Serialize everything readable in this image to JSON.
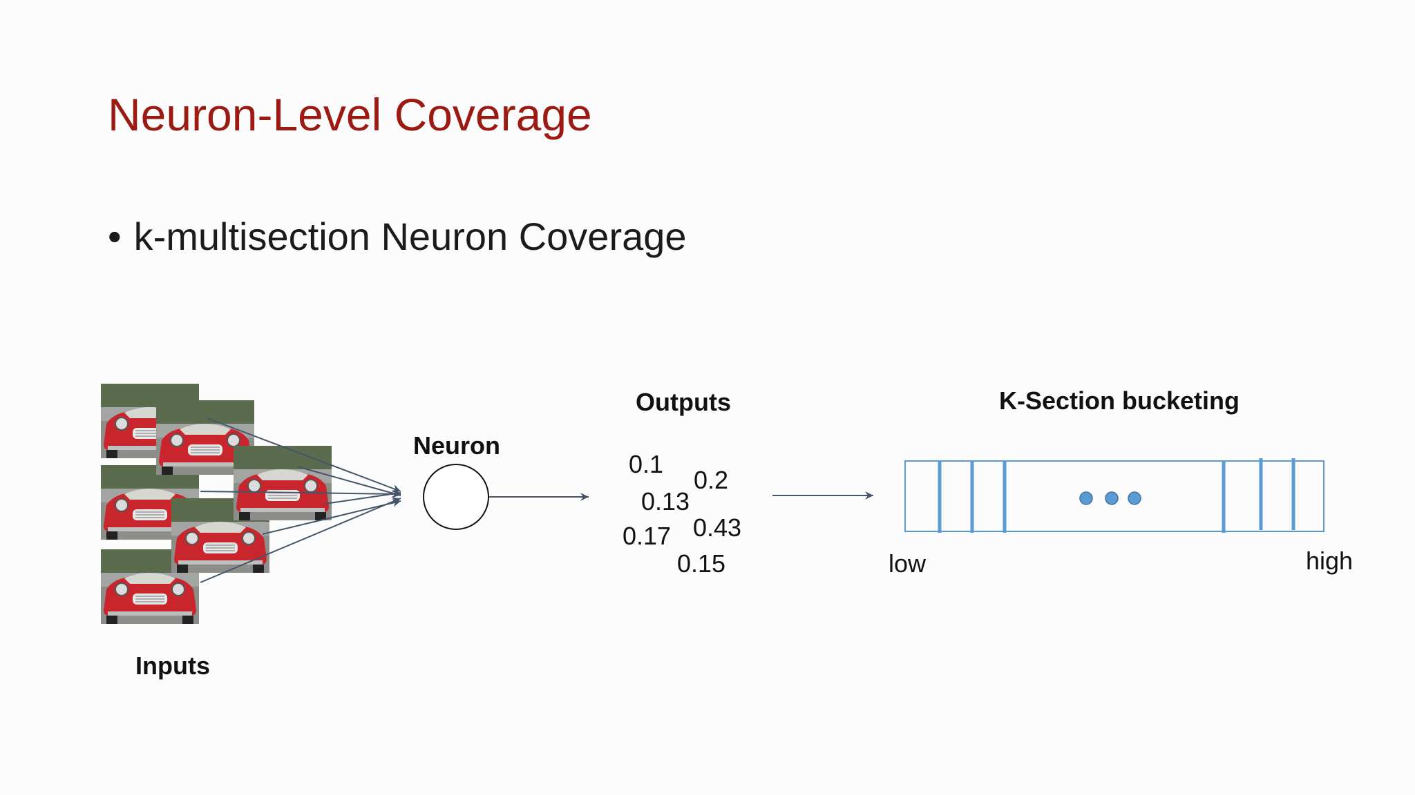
{
  "slide": {
    "title": "Neuron-Level Coverage",
    "bullet_symbol": "•",
    "bullet": "k-multisection Neuron Coverage"
  },
  "diagram": {
    "inputs_label": "Inputs",
    "neuron_label": "Neuron",
    "outputs_label": "Outputs",
    "output_values": [
      "0.1",
      "0.2",
      "0.13",
      "0.17",
      "0.43",
      "0.15"
    ],
    "bucketing_label": "K-Section bucketing",
    "low_label": "low",
    "high_label": "high",
    "colors": {
      "bucket": "#5b9bd5",
      "arrow": "#44546a",
      "title": "#9b1a12"
    },
    "input_image_icon": "red-car-photo"
  }
}
